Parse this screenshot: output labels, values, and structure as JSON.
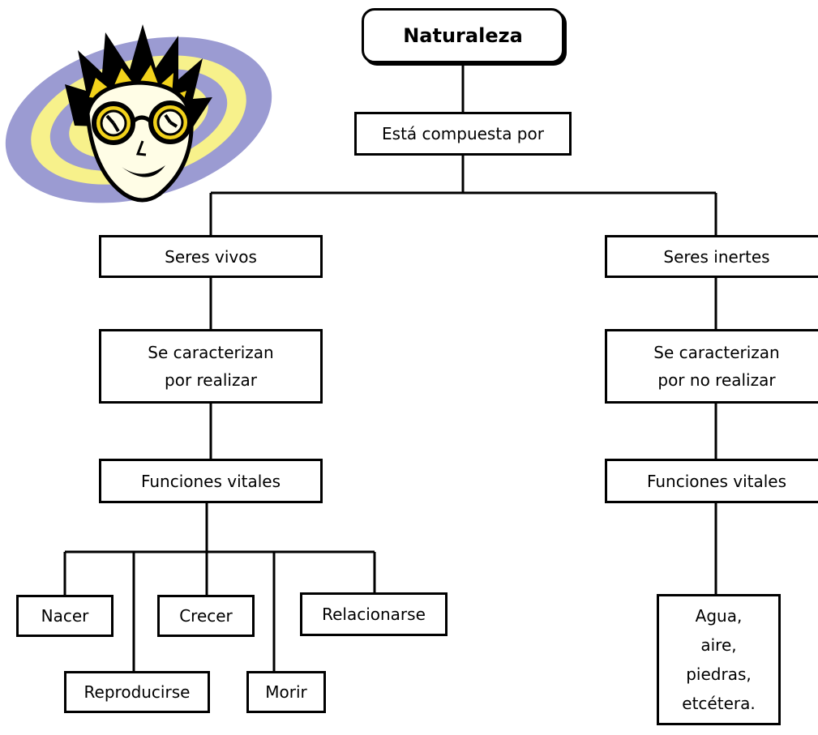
{
  "diagram": {
    "root": "Naturaleza",
    "composed_by": "Está compuesta por",
    "left": {
      "title": "Seres vivos",
      "characterized": "Se caracterizan\npor realizar",
      "functions": "Funciones vitales",
      "leaves": [
        "Nacer",
        "Reproducirse",
        "Crecer",
        "Morir",
        "Relacionarse"
      ]
    },
    "right": {
      "title": "Seres inertes",
      "characterized": "Se caracterizan\npor no realizar",
      "functions": "Funciones vitales",
      "examples": "Agua,\naire,\npiedras,\netcétera."
    }
  },
  "colors": {
    "line": "#000000",
    "ellipse": "#9b9bd2",
    "swirl": "#f7f18b",
    "face": "#fffde6",
    "hair": "#000000",
    "hair_highlight": "#f2d21b"
  },
  "icons": [
    "clock-eyes-face-icon"
  ]
}
